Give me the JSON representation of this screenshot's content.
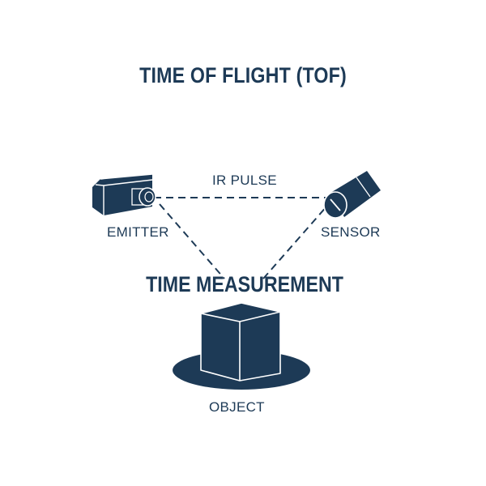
{
  "title": "TIME OF FLIGHT (TOF)",
  "labels": {
    "pulse": "IR PULSE",
    "emitter": "EMITTER",
    "sensor": "SENSOR",
    "measurement": "TIME MEASUREMENT",
    "object": "OBJECT"
  },
  "colors": {
    "primary": "#1d3a56",
    "background": "#ffffff"
  },
  "icons": [
    "emitter-camera-icon",
    "sensor-camera-icon",
    "object-cube-icon"
  ]
}
